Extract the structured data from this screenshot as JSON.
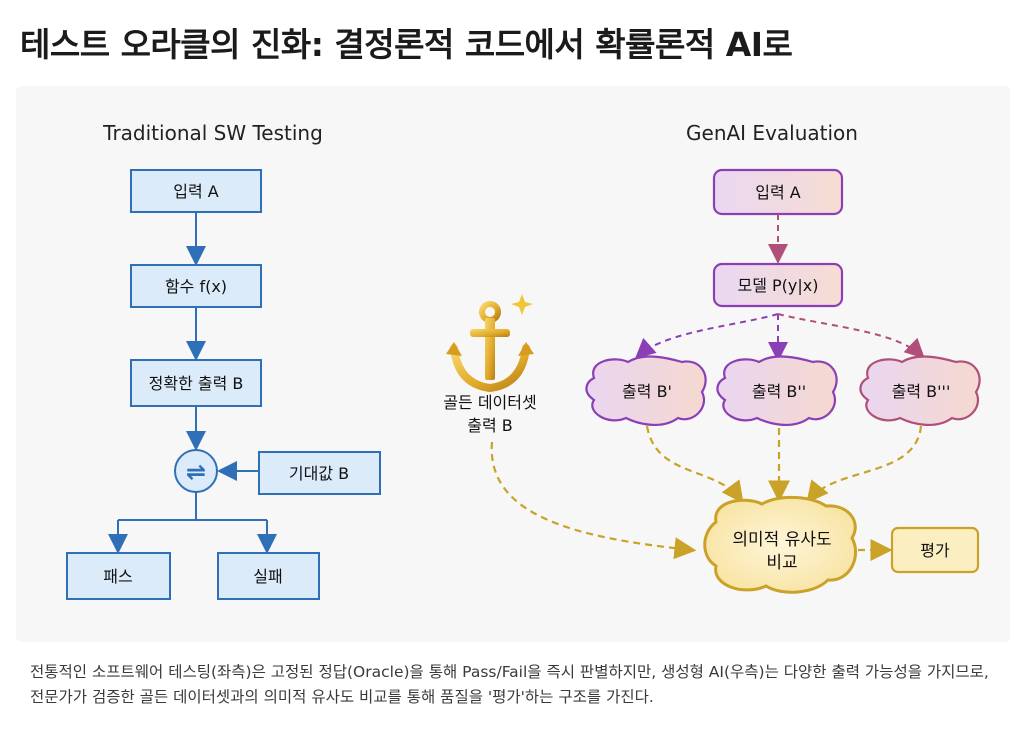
{
  "title": "테스트 오라클의 진화: 결정론적 코드에서 확률론적 AI로",
  "left": {
    "heading": "Traditional SW Testing",
    "input": "입력 A",
    "function": "함수 f(x)",
    "output": "정확한 출력 B",
    "compare_symbol": "⇌",
    "expected": "기대값 B",
    "pass": "패스",
    "fail": "실패",
    "colors": {
      "box_fill": "#dcebfa",
      "border": "#2f6fb8",
      "arrow": "#2f6fb8"
    }
  },
  "middle": {
    "anchor_icon": "anchor-icon",
    "golden_line1": "골든 데이터셋",
    "golden_line2": "출력 B"
  },
  "right": {
    "heading": "GenAI Evaluation",
    "input": "입력 A",
    "model": "모델 P(y|x)",
    "outputs": [
      "출력 B'",
      "출력 B''",
      "출력 B'''"
    ],
    "compare_line1": "의미적 유사도",
    "compare_line2": "비교",
    "evaluate": "평가",
    "colors": {
      "box_fill": "#efdcf3",
      "border": "#8b3fb5",
      "arrow": "#b0507a",
      "gold": "#c9a227",
      "gold_fill": "#fbeec0"
    }
  },
  "caption": "전통적인 소프트웨어 테스팅(좌측)은 고정된 정답(Oracle)을 통해 Pass/Fail을 즉시 판별하지만, 생성형 AI(우측)는 다양한 출력 가능성을 가지므로, 전문가가 검증한 골든 데이터셋과의 의미적 유사도 비교를 통해 품질을 '평가'하는 구조를 가진다."
}
